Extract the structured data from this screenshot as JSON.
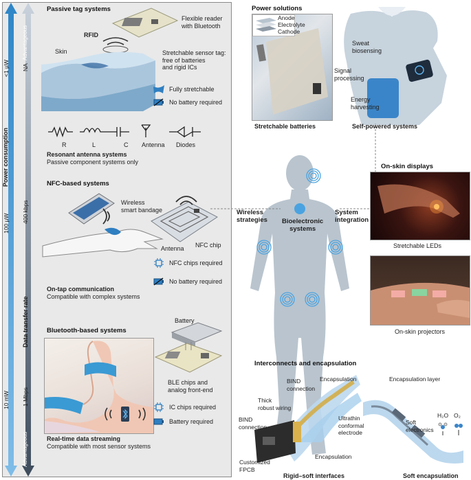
{
  "colors": {
    "panel_bg": "#e9e9e9",
    "blue": "#2f88c8",
    "light_blue": "#8ec5ea",
    "grey_arrow": "#5c6a7a",
    "accent_text": "#1f6fb3"
  },
  "axis": {
    "power_label": "Power consumption",
    "data_label": "Data transfer rate",
    "power_top": "<1 µW",
    "power_mid": "100 µW",
    "power_bottom": "10 mW",
    "adv_top": "Advantageous",
    "adv_bottom": "Advantageous",
    "rate_na": "NA",
    "rate_mid": "400 kbps",
    "rate_bottom": "1 Mbps"
  },
  "passive": {
    "title": "Passive tag systems",
    "reader": "Flexible reader\nwith Bluetooth",
    "rfid": "RFID",
    "skin": "Skin",
    "sensor": "Stretchable sensor tag:\nfree of batteries\nand rigid ICs",
    "legend1": "Fully stretchable",
    "legend2": "No battery required"
  },
  "resonant": {
    "r": "R",
    "l": "L",
    "c": "C",
    "antenna": "Antenna",
    "diodes": "Diodes",
    "title": "Resonant antenna systems",
    "subtitle": "Passive component systems only"
  },
  "nfc": {
    "title": "NFC-based systems",
    "bandage": "Wireless\nsmart bandage",
    "antenna": "Antenna",
    "chip": "NFC chip",
    "legend1": "NFC chips required",
    "legend2": "No battery required",
    "caption_title": "On-tap communication",
    "caption_sub": "Compatible with complex systems"
  },
  "bluetooth": {
    "title": "Bluetooth-based systems",
    "battery": "Battery",
    "ble": "BLE chips and\nanalog front-end",
    "legend1": "IC chips required",
    "legend2": "Battery required",
    "caption_title": "Real-time data streaming",
    "caption_sub": "Compatible with most sensor systems"
  },
  "power": {
    "title": "Power solutions",
    "anode": "Anode",
    "electrolyte": "Electrolyte",
    "cathode": "Cathode",
    "batteries": "Stretchable batteries",
    "sweat": "Sweat\nbiosensing",
    "signal": "Signal\nprocessing",
    "energy": "Energy\nharvesting",
    "self": "Self-powered systems"
  },
  "center": {
    "wireless": "Wireless\nstrategies",
    "bio": "Bioelectronic\nsystems",
    "integration": "System\nintegration"
  },
  "displays": {
    "title": "On-skin displays",
    "leds": "Stretchable LEDs",
    "projectors": "On-skin projectors"
  },
  "interconnects": {
    "title": "Interconnects and encapsulation",
    "bind_top": "BIND\nconnection",
    "encaps1": "Encapsulation",
    "thick": "Thick\nrobust wiring",
    "bind_left": "BIND\nconnection",
    "ultrathin": "Ultrathin\nconformal\nelectrode",
    "encaps2": "Encapsulation",
    "fpcb": "Customized\nFPCB",
    "rigid": "Rigid–soft interfaces",
    "encaps_layer": "Encapsulation layer",
    "h2o": "H₂O",
    "o2": "O₂",
    "soft_elec": "Soft\nelectronics",
    "soft_encaps": "Soft encapsulation"
  }
}
